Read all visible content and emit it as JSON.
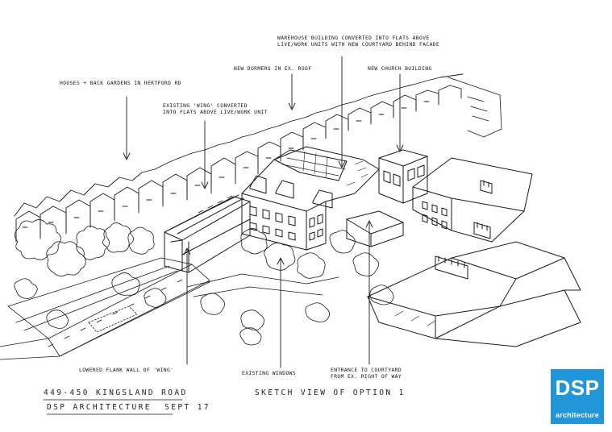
{
  "annotations": {
    "houses_back_gardens": "HOUSES + BACK GARDENS IN HERTFORD RD",
    "existing_wing": "EXISTING 'WING' CONVERTED\nINTO FLATS ABOVE LIVE/WORK UNIT",
    "new_dormers": "NEW DORMERS IN EX. ROOF",
    "warehouse": "WAREHOUSE BUILDING CONVERTED INTO FLATS ABOVE\nLIVE/WORK UNITS WITH NEW COURTYARD BEHIND FACADE",
    "new_church": "NEW CHURCH BUILDING",
    "lowered_flank_wall": "LOWERED FLANK WALL OF 'WING'",
    "existing_windows": "EXISTING WINDOWS",
    "entrance_courtyard": "ENTRANCE TO COURTYARD\nFROM EX. RIGHT OF WAY"
  },
  "title_block": {
    "address": "449-450 KINGSLAND ROAD",
    "practice": "DSP ARCHITECTURE  SEPT 17",
    "view_title": "SKETCH VIEW OF OPTION 1"
  },
  "logo": {
    "mark": "DSP",
    "subtitle": "architecture",
    "color": "#2196d9"
  }
}
